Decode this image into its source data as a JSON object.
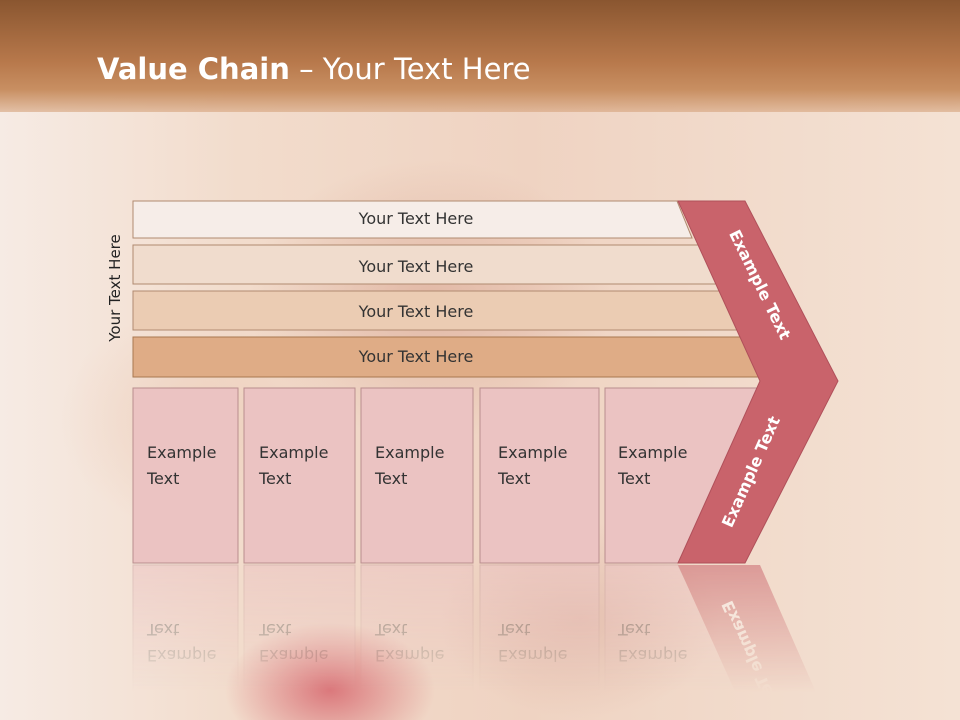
{
  "slide": {
    "title_bold": "Value Chain",
    "title_rest": " – Your Text Here",
    "vertical_label": "Your Text Here"
  },
  "bars": [
    {
      "label": "Your Text Here",
      "fill": "#f6ede8"
    },
    {
      "label": "Your Text Here",
      "fill": "#f0dccd"
    },
    {
      "label": "Your Text Here",
      "fill": "#ebccb3"
    },
    {
      "label": "Your Text Here",
      "fill": "#dfac86"
    }
  ],
  "boxes": [
    {
      "line1": "Example",
      "line2": "Text"
    },
    {
      "line1": "Example",
      "line2": "Text"
    },
    {
      "line1": "Example",
      "line2": "Text"
    },
    {
      "line1": "Example",
      "line2": "Text"
    },
    {
      "line1": "Example",
      "line2": "Text"
    }
  ],
  "chevron": {
    "top_label": "Example Text",
    "bottom_label": "Example Text",
    "fill": "#c9636b"
  },
  "colors": {
    "header": "#a86b40",
    "box_fill": "#ebc3c2",
    "chevron": "#c9636b"
  }
}
